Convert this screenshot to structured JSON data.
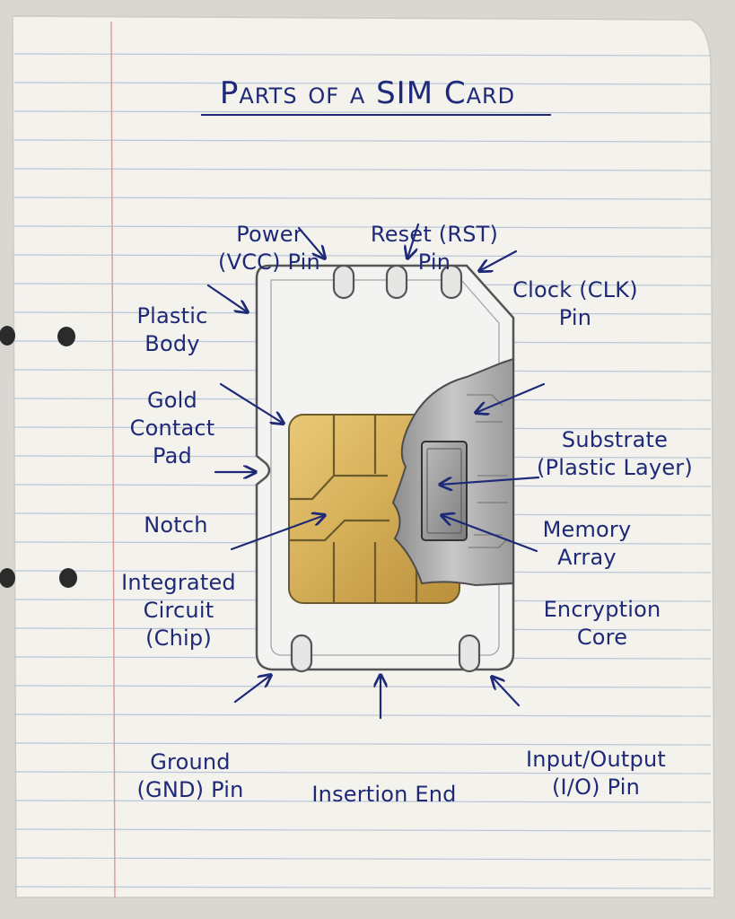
{
  "title": "Parts of a SIM Card",
  "labels": {
    "power_pin": [
      "Power",
      "(VCC) Pin"
    ],
    "reset_pin": [
      "Reset (RST)",
      "Pin"
    ],
    "clock_pin": [
      "Clock (CLK)",
      "Pin"
    ],
    "plastic_body": [
      "Plastic",
      "Body"
    ],
    "gold_contact_pad": [
      "Gold",
      "Contact",
      "Pad"
    ],
    "substrate": [
      "Substrate",
      "(Plastic Layer)"
    ],
    "notch": [
      "Notch"
    ],
    "memory_array": [
      "Memory",
      "Array"
    ],
    "integrated_circuit": [
      "Integrated",
      "Circuit",
      "(Chip)"
    ],
    "encryption_core": [
      "Encryption",
      "Core"
    ],
    "ground_pin": [
      "Ground",
      "(GND) Pin"
    ],
    "insertion_end": [
      "Insertion End"
    ],
    "io_pin": [
      "Input/Output",
      "(I/O) Pin"
    ]
  },
  "colors": {
    "ink": "#1e2a78",
    "paper": "#f4f2ed",
    "rule_line": "#b9c6d6",
    "margin_line": "#d99a9a",
    "gold": "#d9b45a",
    "card_edge": "#5b5b5b"
  }
}
